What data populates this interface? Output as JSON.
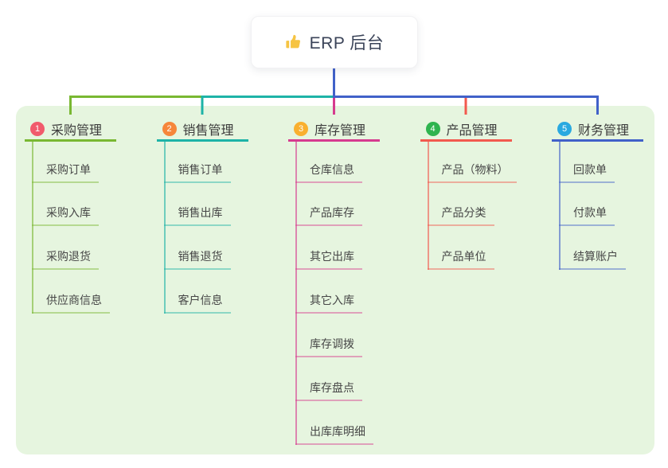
{
  "root": {
    "title": "ERP 后台",
    "icon": "thumbs-up-icon",
    "icon_color": "#f6c443",
    "connector_color": "#4a5fd0"
  },
  "canvas": {
    "background": "#ffffff",
    "container_background": "#e6f5df"
  },
  "branches": [
    {
      "badge": "1",
      "badge_color": "#f15b6c",
      "line_color": "#79b832",
      "label": "采购管理",
      "children": [
        "采购订单",
        "采购入库",
        "采购退货",
        "供应商信息"
      ]
    },
    {
      "badge": "2",
      "badge_color": "#f6863b",
      "line_color": "#1eb3a7",
      "label": "销售管理",
      "children": [
        "销售订单",
        "销售出库",
        "销售退货",
        "客户信息"
      ]
    },
    {
      "badge": "3",
      "badge_color": "#f9b02f",
      "line_color": "#d63b8f",
      "label": "库存管理",
      "children": [
        "仓库信息",
        "产品库存",
        "其它出库",
        "其它入库",
        "库存调拨",
        "库存盘点",
        "出库库明细"
      ]
    },
    {
      "badge": "4",
      "badge_color": "#2fb44f",
      "line_color": "#f2594e",
      "label": "产品管理",
      "children": [
        "产品（物料）",
        "产品分类",
        "产品单位"
      ]
    },
    {
      "badge": "5",
      "badge_color": "#29a9e0",
      "line_color": "#4161c9",
      "label": "财务管理",
      "children": [
        "回款单",
        "付款单",
        "结算账户"
      ]
    }
  ]
}
